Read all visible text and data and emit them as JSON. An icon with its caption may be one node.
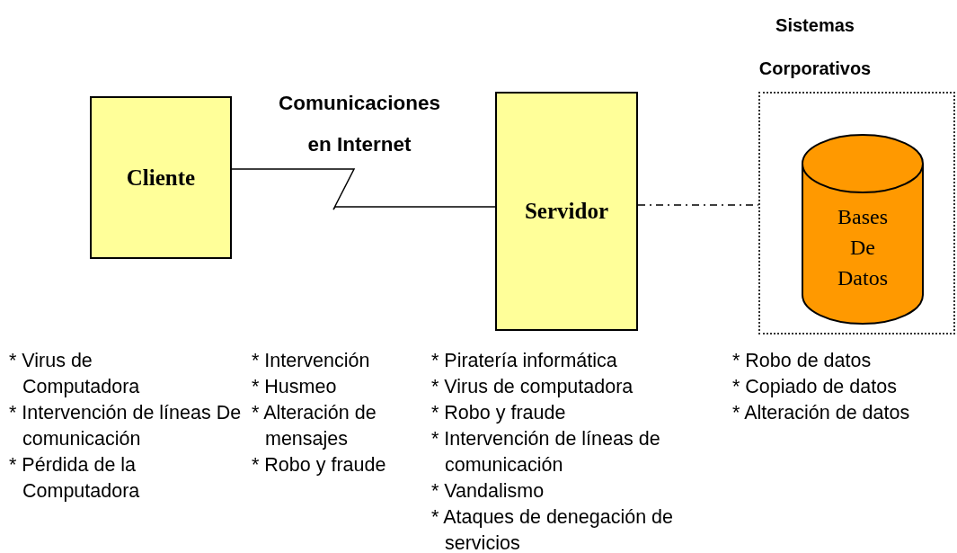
{
  "diagram": {
    "nodes": [
      {
        "text": [
          "Cliente"
        ]
      },
      {
        "text": [
          "Servidor"
        ]
      },
      {
        "text": [
          "Sistemas Corporativos"
        ]
      },
      {
        "text": [
          "Bases De Datos"
        ],
        "in": 2
      }
    ],
    "edges": [
      {
        "from": 0,
        "to": 1,
        "arrow": "none",
        "label": "Comunicaciones en Internet"
      },
      {
        "from": 1,
        "to": 2,
        "arrow": "none",
        "style": "dashed"
      }
    ],
    "labels": [
      "* Virus de Computadora",
      "* Intervención de líneas De comunicación",
      "* Pérdida de la Computadora",
      "* Intervención",
      "* Husmeo",
      "* Alteración de mensajes",
      "* Robo y fraude",
      "* Piratería informática",
      "* Virus de computadora",
      "* Robo y fraude",
      "* Intervención de líneas de comunicación",
      "* Vandalismo",
      "* Ataques de denegación de servicios",
      "* Robo de datos",
      "* Copiado de datos",
      "* Alteración de datos"
    ]
  }
}
